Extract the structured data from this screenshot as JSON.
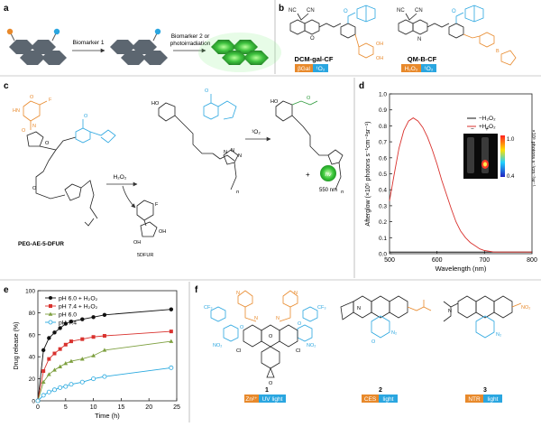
{
  "colors": {
    "orange": "#e8892b",
    "blue": "#2aa6e0",
    "green": "#2e9a3c",
    "gray_shape": "#5c6670",
    "glow_green": "#3ec23e",
    "red": "#d9322e",
    "black": "#111111",
    "olive": "#7ea040",
    "cyan": "#29a9df"
  },
  "panels": {
    "a": {
      "letter": "a",
      "step1": "Biomarker 1",
      "step2_line1": "Biomarker 2 or",
      "step2_line2": "photoirradiation"
    },
    "b": {
      "letter": "b",
      "probe1": {
        "name": "DCM-gal-CF",
        "tag1": "βGal",
        "tag2": "¹O₂"
      },
      "probe2": {
        "name": "QM-B-CF",
        "tag1": "H₂O₂",
        "tag2": "¹O₂"
      }
    },
    "c": {
      "letter": "c",
      "reagent1": "H₂O₂",
      "reagent2": "¹O₂",
      "product_label": "5DFUR",
      "polymer_name": "PEG-AE-5-DFUR",
      "emission_symbol": "hν",
      "emission_label": "550 nm",
      "atom_labels": [
        "O",
        "F",
        "HN",
        "N",
        "O",
        "O",
        "O",
        "O",
        "HO",
        "N",
        "N",
        "N",
        "OH",
        "OH",
        "n"
      ]
    },
    "d": {
      "letter": "d",
      "legend": [
        "−H₂O₂",
        "+H₂O₂"
      ],
      "inset_labels": [
        "−",
        "+"
      ],
      "colorbar_max": "1.0",
      "colorbar_min": "0.4",
      "colorbar_label": "×10⁵ photons s⁻¹cm⁻²sr⁻¹"
    },
    "e": {
      "letter": "e"
    },
    "f": {
      "letter": "f",
      "compounds": [
        {
          "number": "1",
          "tag1": "Zn²⁺",
          "tag2": "UV light"
        },
        {
          "number": "2",
          "tag1": "CES",
          "tag2": "light"
        },
        {
          "number": "3",
          "tag1": "NTR",
          "tag2": "light"
        }
      ],
      "atom_labels": [
        "N",
        "N",
        "N",
        "N",
        "CF₃",
        "CF₃",
        "NO₂",
        "NO₂",
        "Cl",
        "Cl",
        "O",
        "O",
        "O",
        "O",
        "N",
        "N₂",
        "O",
        "N",
        "N₂",
        "NO₂"
      ]
    }
  },
  "chart_data": [
    {
      "type": "line",
      "panel": "d",
      "xlabel": "Wavelength (nm)",
      "ylabel": "Afterglow (×10⁵ photons s⁻¹cm⁻²sr⁻¹)",
      "xlim": [
        500,
        800
      ],
      "ylim": [
        0,
        1.0
      ],
      "xticks": [
        500,
        600,
        700,
        800
      ],
      "yticks": [
        0,
        0.1,
        0.2,
        0.3,
        0.4,
        0.5,
        0.6,
        0.7,
        0.8,
        0.9,
        1.0
      ],
      "grid": false,
      "legend": "inside top-right",
      "x": [
        500,
        510,
        520,
        530,
        540,
        550,
        560,
        570,
        580,
        590,
        600,
        610,
        620,
        630,
        640,
        650,
        660,
        670,
        680,
        690,
        700,
        710,
        720,
        740,
        760,
        780,
        800
      ],
      "series": [
        {
          "name": "−H₂O₂",
          "color": "#111111",
          "values": [
            0.01,
            0.01,
            0.01,
            0.01,
            0.01,
            0.01,
            0.01,
            0.01,
            0.01,
            0.01,
            0.01,
            0.01,
            0.01,
            0.01,
            0.01,
            0.01,
            0.01,
            0.01,
            0.01,
            0.01,
            0.01,
            0.01,
            0.01,
            0.01,
            0.01,
            0.01,
            0.01
          ]
        },
        {
          "name": "+H₂O₂",
          "color": "#d9322e",
          "values": [
            0.33,
            0.5,
            0.66,
            0.77,
            0.83,
            0.85,
            0.83,
            0.79,
            0.73,
            0.65,
            0.56,
            0.46,
            0.37,
            0.28,
            0.2,
            0.14,
            0.1,
            0.07,
            0.05,
            0.03,
            0.02,
            0.015,
            0.01,
            0.01,
            0.01,
            0.01,
            0.01
          ]
        }
      ]
    },
    {
      "type": "line",
      "panel": "e",
      "xlabel": "Time (h)",
      "ylabel": "Drug release (%)",
      "xlim": [
        0,
        25
      ],
      "ylim": [
        0,
        100
      ],
      "xticks": [
        0,
        5,
        10,
        15,
        20,
        25
      ],
      "yticks": [
        0,
        20,
        40,
        60,
        80,
        100
      ],
      "grid": false,
      "legend": "top-left",
      "series": [
        {
          "name": "pH 6.0 + H₂O₂",
          "color": "#111111",
          "marker": "circle-filled",
          "x": [
            0,
            1,
            2,
            3,
            4,
            5,
            6,
            8,
            10,
            12,
            24
          ],
          "values": [
            0,
            46,
            57,
            62,
            66,
            70,
            72,
            74,
            76,
            78,
            83
          ]
        },
        {
          "name": "pH 7.4 + H₂O₂",
          "color": "#d9322e",
          "marker": "square-filled",
          "x": [
            0,
            1,
            2,
            3,
            4,
            5,
            6,
            8,
            10,
            12,
            24
          ],
          "values": [
            0,
            27,
            38,
            43,
            47,
            51,
            54,
            56,
            58,
            59,
            63
          ]
        },
        {
          "name": "pH 6.0",
          "color": "#7ea040",
          "marker": "triangle-filled",
          "x": [
            0,
            1,
            2,
            3,
            4,
            5,
            6,
            8,
            10,
            12,
            24
          ],
          "values": [
            0,
            17,
            24,
            28,
            31,
            34,
            36,
            38,
            41,
            46,
            54
          ]
        },
        {
          "name": "pH 7.4",
          "color": "#29a9df",
          "marker": "circle-open",
          "x": [
            0,
            1,
            2,
            3,
            4,
            5,
            6,
            8,
            10,
            12,
            24
          ],
          "values": [
            0,
            5,
            8,
            10,
            12,
            13,
            15,
            17,
            20,
            22,
            30
          ]
        }
      ]
    }
  ]
}
